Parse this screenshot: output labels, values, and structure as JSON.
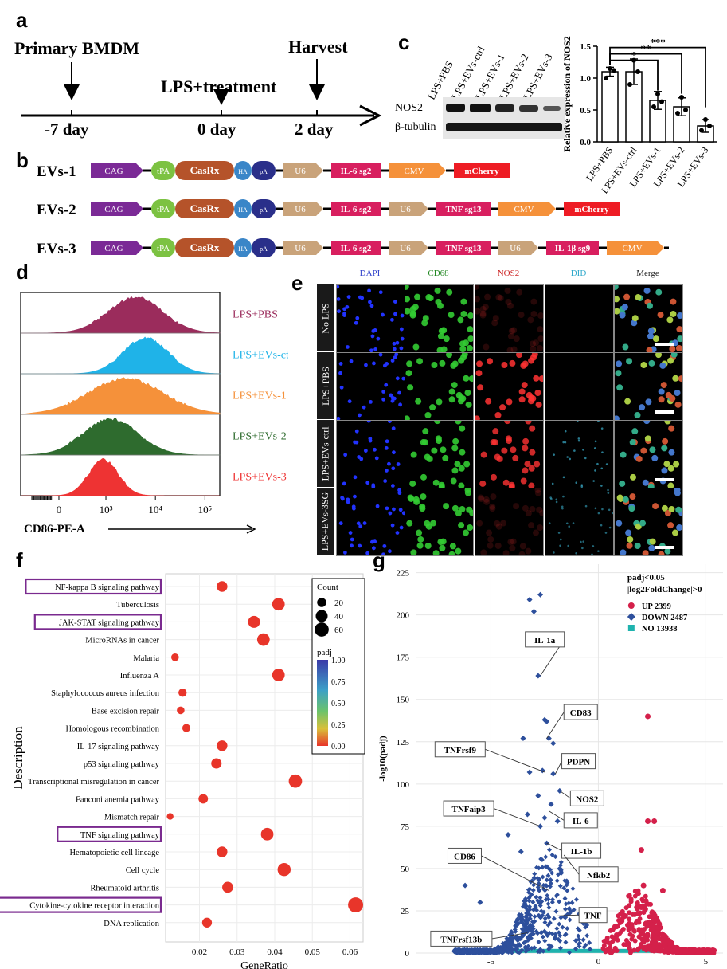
{
  "panels": {
    "a": "a",
    "b": "b",
    "c": "c",
    "d": "d",
    "e": "e",
    "f": "f",
    "g": "g"
  },
  "timeline": {
    "events": [
      {
        "label": "Primary BMDM",
        "tick": "-7 day"
      },
      {
        "label": "LPS+treatment",
        "tick": "0 day"
      },
      {
        "label": "Harvest",
        "tick": "2 day"
      }
    ]
  },
  "constructs": [
    {
      "name": "EVs-1",
      "parts": [
        "CAG",
        "tPA",
        "CasRx",
        "HA",
        "pA",
        "U6",
        "IL-6 sg2",
        "CMV",
        "mCherry"
      ]
    },
    {
      "name": "EVs-2",
      "parts": [
        "CAG",
        "tPA",
        "CasRx",
        "HA",
        "pA",
        "U6",
        "IL-6 sg2",
        "U6",
        "TNF sg13",
        "CMV",
        "mCherry"
      ]
    },
    {
      "name": "EVs-3",
      "parts": [
        "CAG",
        "tPA",
        "CasRx",
        "HA",
        "pA",
        "U6",
        "IL-6 sg2",
        "U6",
        "TNF sg13",
        "U6",
        "IL-1β sg9",
        "CMV",
        "mCherry"
      ]
    }
  ],
  "western": {
    "lanes": [
      "LPS+PBS",
      "LPS+EVs-ctrl",
      "LPS+EVs-1",
      "LPS+EVs-2",
      "LPS+EVs-3"
    ],
    "bands": [
      "NOS2",
      "β-tubulin"
    ]
  },
  "flow": {
    "xlabel": "CD86-PE-A",
    "ticks": [
      "0",
      "10³",
      "10⁴",
      "10⁵"
    ],
    "colors": [
      "#9b2c5c",
      "#1fb3e8",
      "#f5913a",
      "#2e6b2e",
      "#ee3333"
    ],
    "tracks": [
      {
        "label": "LPS+PBS",
        "peak_log": 3.6,
        "width": 0.55
      },
      {
        "label": "LPS+EVs-ctrl",
        "peak_log": 3.8,
        "width": 0.45
      },
      {
        "label": "LPS+EVs-1",
        "peak_log": 3.4,
        "width": 0.75
      },
      {
        "label": "LPS+EVs-2",
        "peak_log": 3.1,
        "width": 0.55
      },
      {
        "label": "LPS+EVs-3",
        "peak_log": 2.95,
        "width": 0.3
      }
    ]
  },
  "microscopy": {
    "channels": [
      "DAPI",
      "CD68",
      "NOS2",
      "DID",
      "Merge"
    ],
    "channel_colors": [
      "#3344cc",
      "#228822",
      "#cc2222",
      "#33aacc",
      "#222222"
    ],
    "rows": [
      "No LPS",
      "LPS+PBS",
      "LPS+EVs-ctrl",
      "LPS+EVs-3SG"
    ]
  },
  "chart_data": [
    {
      "type": "bar",
      "categories": [
        "LPS+PBS",
        "LPS+EVs-ctrl",
        "LPS+EVs-1",
        "LPS+EVs-2",
        "LPS+EVs-3"
      ],
      "values": [
        1.1,
        1.1,
        0.65,
        0.55,
        0.25
      ],
      "ylabel": "Relative expression of NOS2",
      "ylim": [
        0,
        1.5
      ],
      "yticks": [
        "0.0",
        "0.5",
        "1.0",
        "1.5"
      ],
      "significance": [
        "*",
        "**",
        "***"
      ]
    },
    {
      "type": "scatter",
      "xlabel": "GeneRatio",
      "ylabel": "Description",
      "xticks": [
        "0.02",
        "0.03",
        "0.04",
        "0.05",
        "0.06"
      ],
      "legend_count_title": "Count",
      "legend_count": [
        "20",
        "40",
        "60"
      ],
      "legend_padj_title": "padj",
      "legend_padj": [
        "1.00",
        "0.75",
        "0.50",
        "0.25",
        "0.00"
      ],
      "terms": [
        {
          "name": "NF-kappa B signaling pathway",
          "x": 0.026,
          "count": 30,
          "boxed": true
        },
        {
          "name": "Tuberculosis",
          "x": 0.041,
          "count": 45,
          "boxed": false
        },
        {
          "name": "JAK-STAT signaling pathway",
          "x": 0.0345,
          "count": 40,
          "boxed": true
        },
        {
          "name": "MicroRNAs in cancer",
          "x": 0.037,
          "count": 45,
          "boxed": false
        },
        {
          "name": "Malaria",
          "x": 0.0135,
          "count": 12,
          "boxed": false
        },
        {
          "name": "Influenza A",
          "x": 0.041,
          "count": 45,
          "boxed": false
        },
        {
          "name": "Staphylococcus aureus infection",
          "x": 0.0155,
          "count": 15,
          "boxed": false
        },
        {
          "name": "Base excision repair",
          "x": 0.015,
          "count": 12,
          "boxed": false
        },
        {
          "name": "Homologous recombination",
          "x": 0.0165,
          "count": 14,
          "boxed": false
        },
        {
          "name": "IL-17 signaling pathway",
          "x": 0.026,
          "count": 30,
          "boxed": false
        },
        {
          "name": "p53 signaling pathway",
          "x": 0.0245,
          "count": 28,
          "boxed": false
        },
        {
          "name": "Transcriptional misregulation in cancer",
          "x": 0.0455,
          "count": 52,
          "boxed": false
        },
        {
          "name": "Fanconi anemia pathway",
          "x": 0.021,
          "count": 22,
          "boxed": false
        },
        {
          "name": "Mismatch repair",
          "x": 0.0122,
          "count": 8,
          "boxed": false
        },
        {
          "name": "TNF signaling pathway",
          "x": 0.038,
          "count": 45,
          "boxed": true
        },
        {
          "name": "Hematopoietic cell lineage",
          "x": 0.026,
          "count": 30,
          "boxed": false
        },
        {
          "name": "Cell cycle",
          "x": 0.0425,
          "count": 50,
          "boxed": false
        },
        {
          "name": "Rheumatoid arthritis",
          "x": 0.0275,
          "count": 32,
          "boxed": false
        },
        {
          "name": "Cytokine-cytokine receptor interaction",
          "x": 0.0615,
          "count": 70,
          "boxed": true
        },
        {
          "name": "DNA replication",
          "x": 0.022,
          "count": 24,
          "boxed": false
        }
      ]
    },
    {
      "type": "scatter",
      "xlabel": "log2FoldChange",
      "ylabel": "-log10(padj)",
      "xticks": [
        "-5",
        "0",
        "5"
      ],
      "yticks": [
        "0",
        "25",
        "50",
        "75",
        "100",
        "125",
        "150",
        "175",
        "200",
        "225"
      ],
      "legend_title": [
        "padj<0.05",
        "|log2FoldChange|>0"
      ],
      "legend": [
        {
          "label": "UP 2399",
          "color": "#d4204a"
        },
        {
          "label": "DOWN 2487",
          "color": "#2d4f9c"
        },
        {
          "label": "NO 13938",
          "color": "#1fb3ae"
        }
      ],
      "highlighted": [
        {
          "gene": "IL-1a",
          "x": -2.7,
          "y": 164
        },
        {
          "gene": "CD83",
          "x": -2.4,
          "y": 127
        },
        {
          "gene": "TNFrsf9",
          "x": -2.5,
          "y": 107
        },
        {
          "gene": "PDPN",
          "x": -2.0,
          "y": 106
        },
        {
          "gene": "NOS2",
          "x": -1.8,
          "y": 96
        },
        {
          "gene": "TNFaip3",
          "x": -2.7,
          "y": 75
        },
        {
          "gene": "IL-6",
          "x": -2.3,
          "y": 84
        },
        {
          "gene": "IL-1b",
          "x": -2.4,
          "y": 65
        },
        {
          "gene": "Nfkb2",
          "x": -1.6,
          "y": 58
        },
        {
          "gene": "CD86",
          "x": -2.3,
          "y": 37
        },
        {
          "gene": "TNF",
          "x": -1.9,
          "y": 22
        },
        {
          "gene": "TNFrsf13b",
          "x": -3.3,
          "y": 12
        }
      ]
    }
  ]
}
